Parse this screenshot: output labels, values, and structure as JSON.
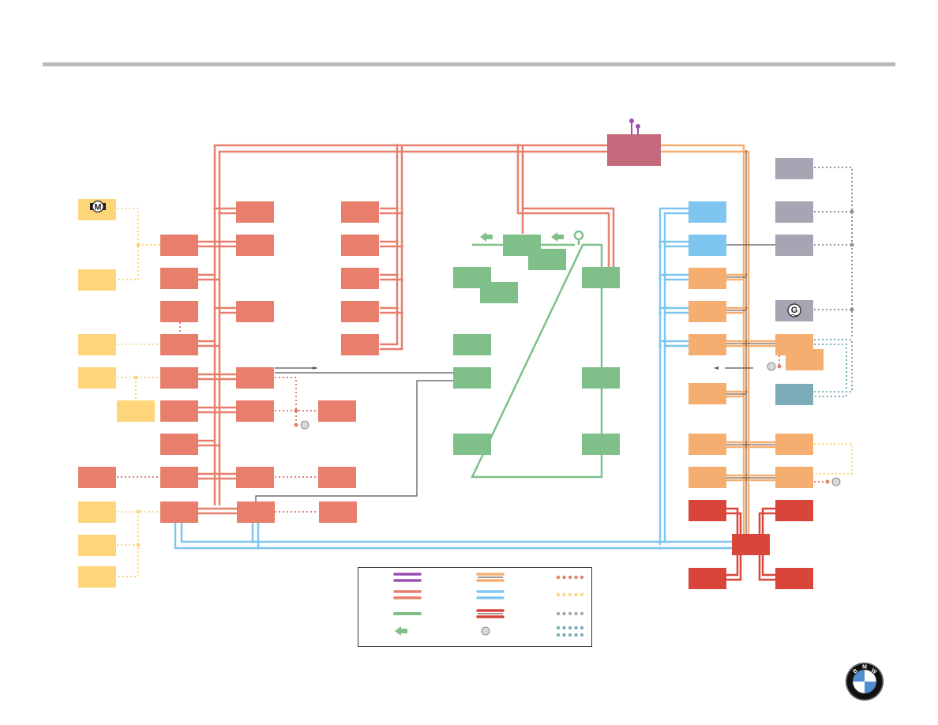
{
  "diagram": {
    "motor_symbol": "M",
    "generator_symbol": "G",
    "logo": {
      "letters": [
        "B",
        "M",
        "W"
      ],
      "colors": {
        "blue": "#4f8fd0",
        "white": "#ffffff",
        "ring": "#111111"
      }
    }
  },
  "colors": {
    "ecu_salmon": "#e77f6c",
    "ecu_yellow": "#fed679",
    "ecu_green": "#7fbf8a",
    "ecu_blue": "#7ec6ef",
    "ecu_orange": "#f6ae70",
    "ecu_red": "#d9453b",
    "ecu_gateway": "#c4687b",
    "ecu_grey": "#a7a5b3",
    "ecu_teal": "#7cacb8",
    "bus_purple": "#9b4fb3",
    "bus_kcan": "#e77f6c",
    "bus_green": "#7fbf8a",
    "bus_orange": "#f6ae70",
    "bus_blue": "#7ec6ef",
    "bus_red": "#d9453b",
    "lin_yellow": "#fed679",
    "lin_grey": "#8f8f9b",
    "lin_teal": "#7cacb8"
  },
  "legend": {
    "items": [
      {
        "kind": "double",
        "color": "#9b4fb3"
      },
      {
        "kind": "double",
        "color": "#f6ae70",
        "dark_core": true
      },
      {
        "kind": "dots",
        "color": "#e77f6c"
      },
      {
        "kind": "double",
        "color": "#e77f6c"
      },
      {
        "kind": "double",
        "color": "#7ec6ef"
      },
      {
        "kind": "dots",
        "color": "#fed679"
      },
      {
        "kind": "single",
        "color": "#7fbf8a"
      },
      {
        "kind": "double",
        "color": "#d9453b",
        "dark_core": true
      },
      {
        "kind": "dots",
        "color": "#a7a5b3"
      },
      {
        "kind": "arrow",
        "color": "#7fbf8a"
      },
      {
        "kind": "connector",
        "color": "#b0b0b0"
      },
      {
        "kind": "dots2",
        "color": "#7cacb8"
      }
    ]
  }
}
